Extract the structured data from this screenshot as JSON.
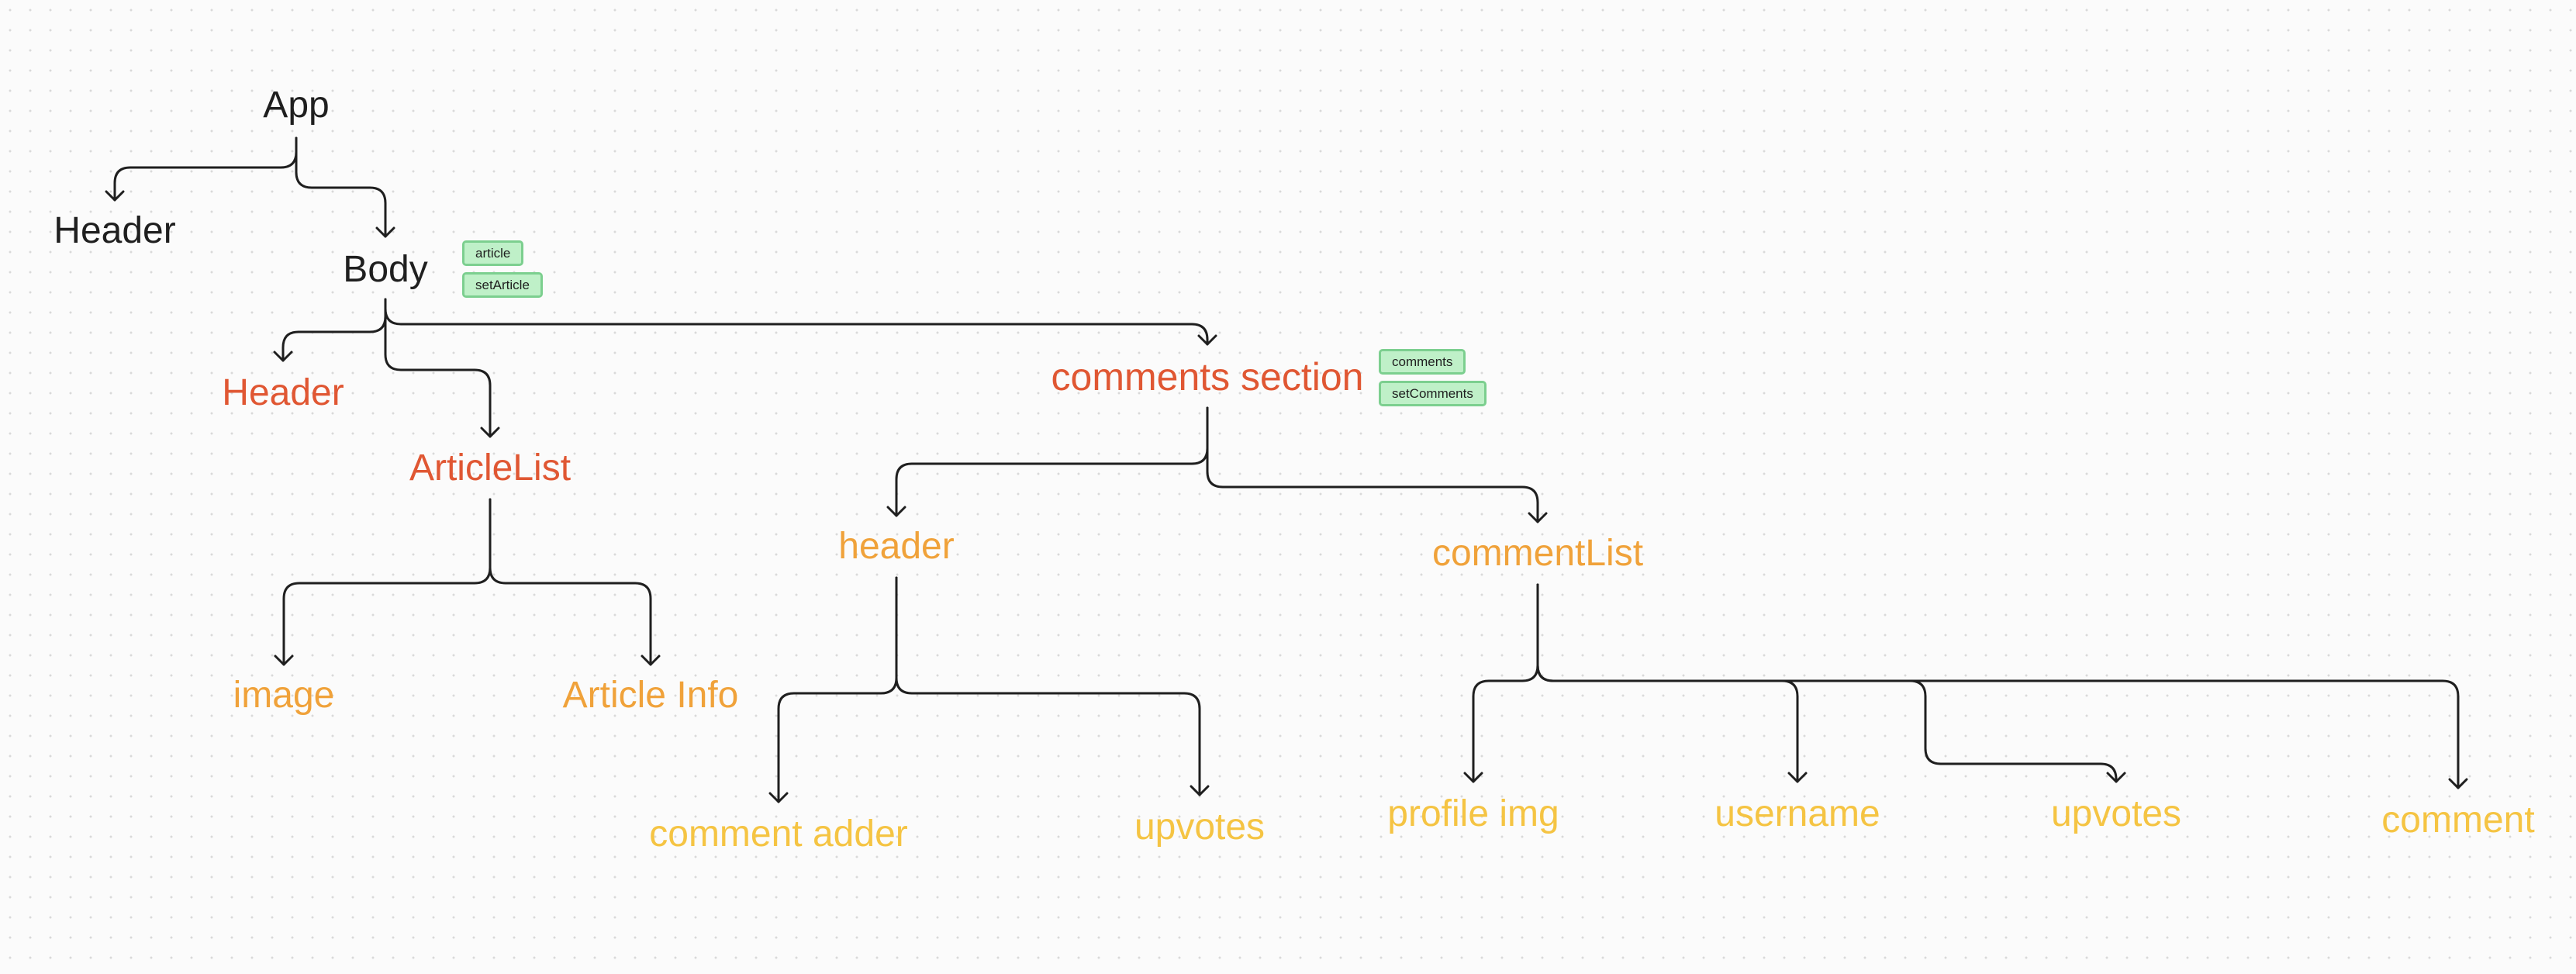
{
  "colors": {
    "root": "#1f1f1f",
    "level_red": "#e05733",
    "level_orange": "#f0a23a",
    "level_yellow": "#f5c443",
    "edge": "#1f1f1f",
    "tag_fill": "#bff0c8",
    "tag_border": "#7ccf8f"
  },
  "nodes": {
    "app": "App",
    "app_header": "Header",
    "body": "Body",
    "body_header": "Header",
    "article_list": "ArticleList",
    "image": "image",
    "article_info": "Article Info",
    "comments_section": "comments section",
    "comments_header": "header",
    "comment_list": "commentList",
    "comment_adder": "comment adder",
    "header_upvotes": "upvotes",
    "profile_img": "profile img",
    "username": "username",
    "list_upvotes": "upvotes",
    "comment": "comment"
  },
  "tags": {
    "article": "article",
    "set_article": "setArticle",
    "comments": "comments",
    "set_comments": "setComments"
  }
}
